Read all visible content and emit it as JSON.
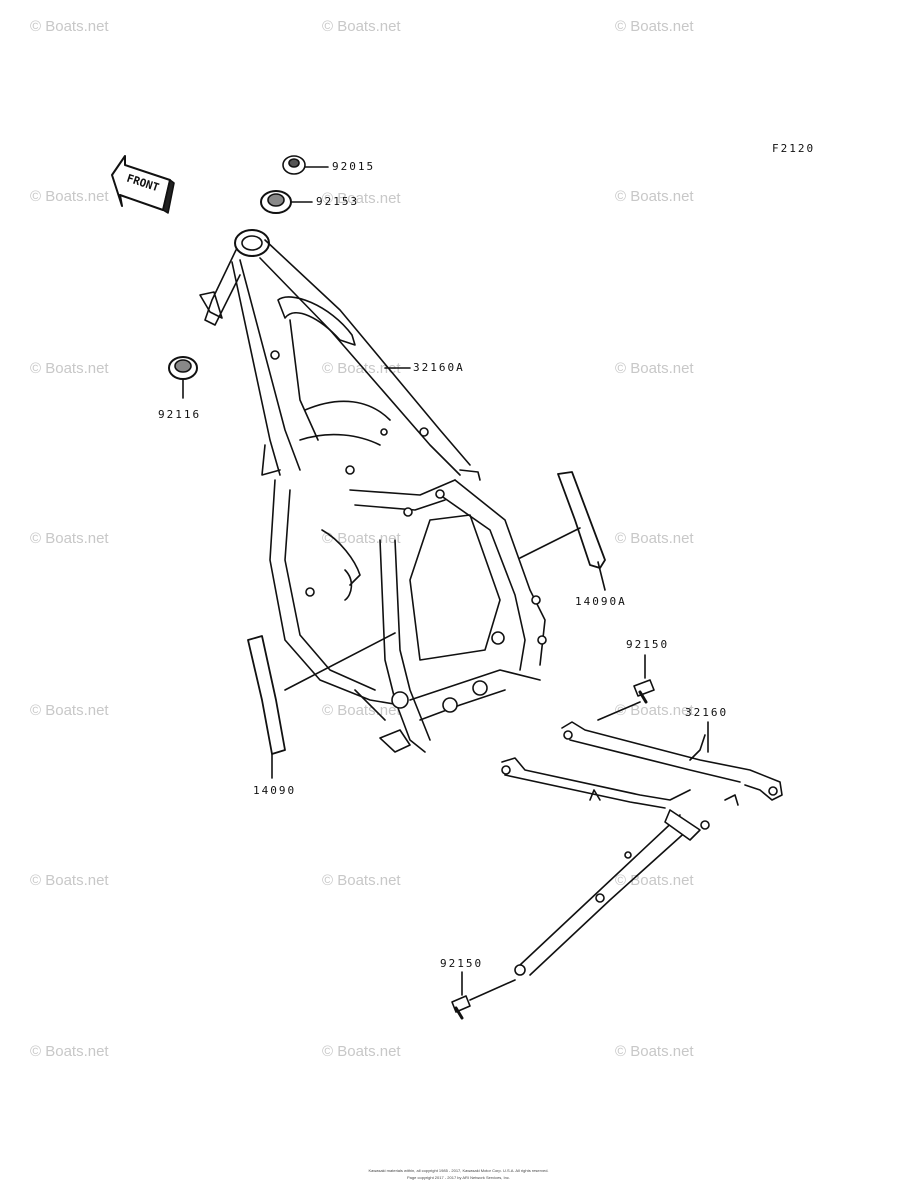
{
  "diagram_code": "F2120",
  "front_label": "FRONT",
  "watermark": "© Boats.net",
  "parts": [
    {
      "id": "p92015",
      "number": "92015"
    },
    {
      "id": "p92153",
      "number": "92153"
    },
    {
      "id": "p92116",
      "number": "92116"
    },
    {
      "id": "p32160A",
      "number": "32160A"
    },
    {
      "id": "p14090A",
      "number": "14090A"
    },
    {
      "id": "p14090",
      "number": "14090"
    },
    {
      "id": "p92150a",
      "number": "92150"
    },
    {
      "id": "p32160",
      "number": "32160"
    },
    {
      "id": "p92150b",
      "number": "92150"
    }
  ],
  "footer": {
    "line1": "Kawasaki materials within, all copyright 1985 - 2017, Kawasaki Motor Corp. U.S.A. All rights reserved.",
    "line2": "Page copyright 2017 - 2017 by ARI Network Services, Inc."
  }
}
